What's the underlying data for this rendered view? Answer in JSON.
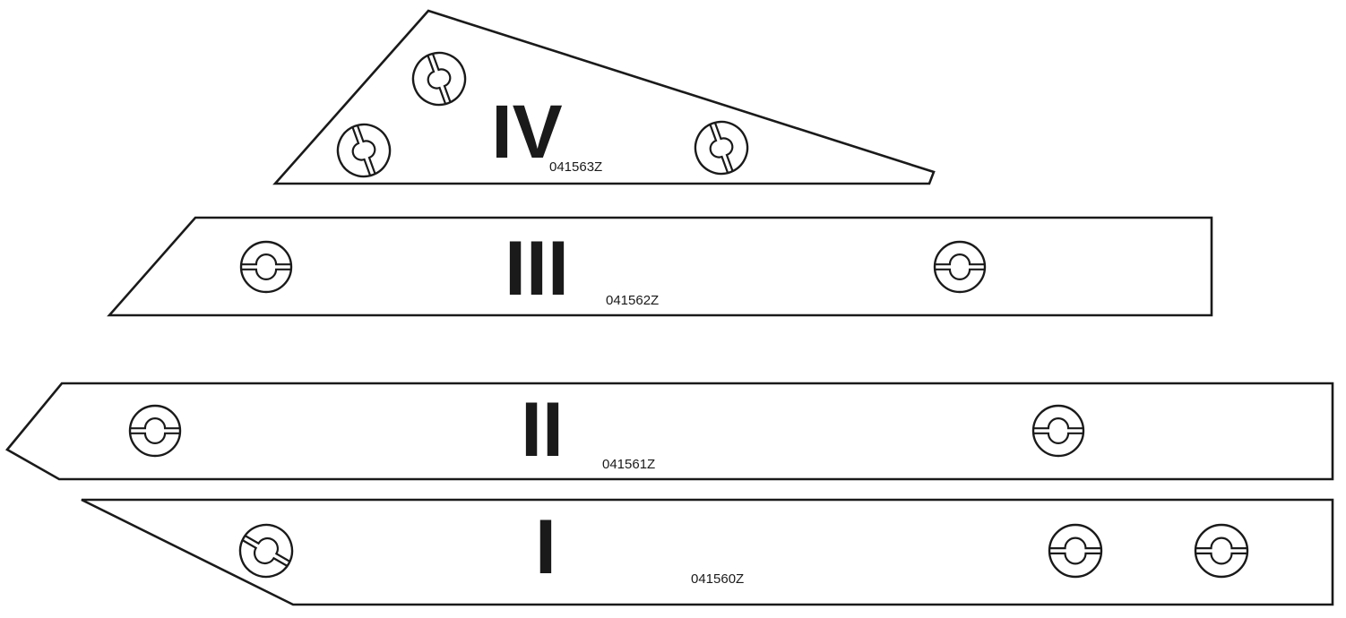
{
  "colors": {
    "stroke": "#1a1a1a",
    "background": "#ffffff"
  },
  "parts": [
    {
      "id": "part-iv",
      "numeral": "IV",
      "code": "041563Z",
      "hole_style": "keyhole-slot"
    },
    {
      "id": "part-iii",
      "numeral": "III",
      "code": "041562Z",
      "hole_style": "keyhole"
    },
    {
      "id": "part-ii",
      "numeral": "II",
      "code": "041561Z",
      "hole_style": "keyhole"
    },
    {
      "id": "part-i",
      "numeral": "I",
      "code": "041560Z",
      "hole_style": "keyhole"
    }
  ]
}
